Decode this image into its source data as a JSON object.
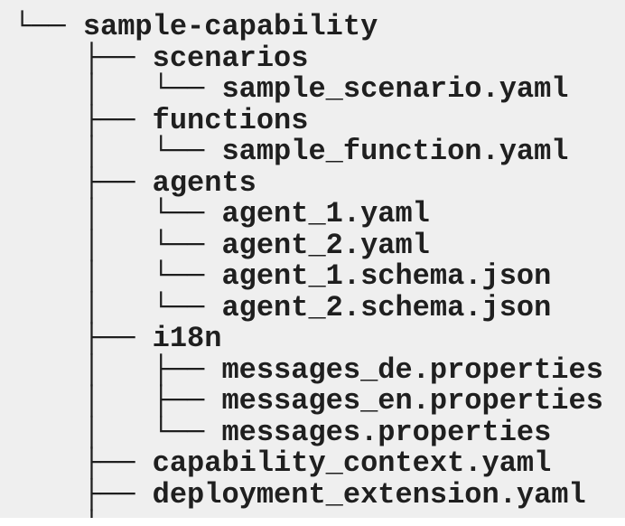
{
  "colors": {
    "page_background": "#ffffff",
    "block_background": "#efefef",
    "text_color": "#1f1f1f"
  },
  "tree": {
    "root": "sample-capability",
    "lines": [
      {
        "prefix": "└── ",
        "name": "sample-capability",
        "type": "directory"
      },
      {
        "prefix": "    ├── ",
        "name": "scenarios",
        "type": "directory"
      },
      {
        "prefix": "    │   └── ",
        "name": "sample_scenario.yaml",
        "type": "file"
      },
      {
        "prefix": "    ├── ",
        "name": "functions",
        "type": "directory"
      },
      {
        "prefix": "    │   └── ",
        "name": "sample_function.yaml",
        "type": "file"
      },
      {
        "prefix": "    ├── ",
        "name": "agents",
        "type": "directory"
      },
      {
        "prefix": "    │   └── ",
        "name": "agent_1.yaml",
        "type": "file"
      },
      {
        "prefix": "    │   └── ",
        "name": "agent_2.yaml",
        "type": "file"
      },
      {
        "prefix": "    │   └── ",
        "name": "agent_1.schema.json",
        "type": "file"
      },
      {
        "prefix": "    │   └── ",
        "name": "agent_2.schema.json",
        "type": "file"
      },
      {
        "prefix": "    ├── ",
        "name": "i18n",
        "type": "directory"
      },
      {
        "prefix": "    │   ├── ",
        "name": "messages_de.properties",
        "type": "file"
      },
      {
        "prefix": "    │   ├── ",
        "name": "messages_en.properties",
        "type": "file"
      },
      {
        "prefix": "    │   └── ",
        "name": "messages.properties",
        "type": "file"
      },
      {
        "prefix": "    ├── ",
        "name": "capability_context.yaml",
        "type": "file"
      },
      {
        "prefix": "    ├── ",
        "name": "deployment_extension.yaml",
        "type": "file"
      },
      {
        "prefix": "    │",
        "name": "",
        "type": "continuation-cut-off"
      }
    ]
  }
}
